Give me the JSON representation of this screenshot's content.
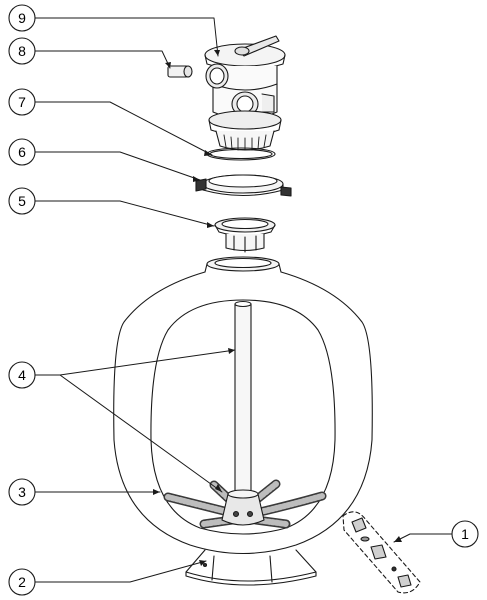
{
  "callouts": [
    {
      "label": "1",
      "part": "lateral-kit"
    },
    {
      "label": "2",
      "part": "tank-base"
    },
    {
      "label": "3",
      "part": "laterals"
    },
    {
      "label": "4",
      "part": "standpipe-and-laterals"
    },
    {
      "label": "5",
      "part": "tank-neck-adapter"
    },
    {
      "label": "6",
      "part": "clamp-ring"
    },
    {
      "label": "7",
      "part": "o-ring"
    },
    {
      "label": "8",
      "part": "pressure-gauge-port"
    },
    {
      "label": "9",
      "part": "multiport-valve"
    }
  ],
  "colors": {
    "stroke": "#1a1a1a",
    "shading": "#d8d8d8",
    "background": "#ffffff"
  }
}
